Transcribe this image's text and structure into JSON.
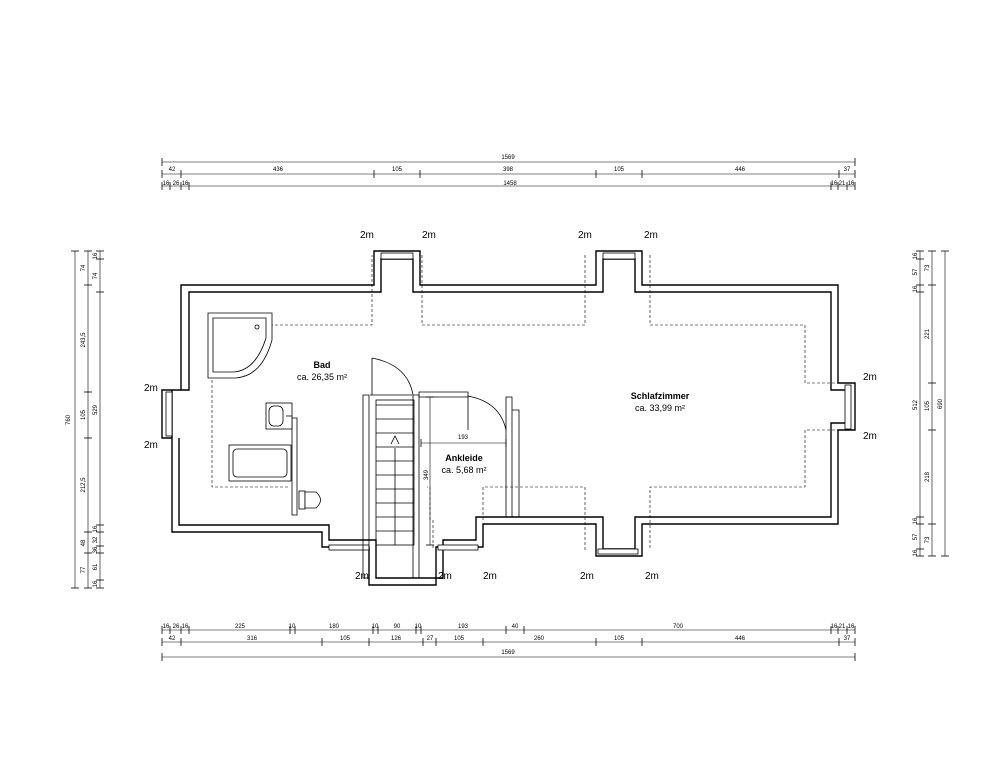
{
  "rooms": [
    {
      "name": "Bad",
      "area": "ca. 26,35 m²"
    },
    {
      "name": "Schlafzimmer",
      "area": "ca. 33,99 m²"
    },
    {
      "name": "Ankleide",
      "area": "ca. 5,68 m²"
    }
  ],
  "height_label": "2m",
  "top_dims": {
    "row1": [
      "1569"
    ],
    "row2": [
      "42",
      "436",
      "105",
      "398",
      "105",
      "446",
      "37"
    ],
    "row3": [
      "16",
      "26",
      "16",
      "1458",
      "16",
      "21",
      "16"
    ]
  },
  "bottom_dims": {
    "row1": [
      "16",
      "26",
      "16",
      "225",
      "10",
      "180",
      "10",
      "90",
      "10",
      "193",
      "40",
      "700",
      "16",
      "21",
      "16"
    ],
    "row2": [
      "42",
      "316",
      "105",
      "126",
      "27",
      "105",
      "260",
      "105",
      "446",
      "37"
    ],
    "row3": [
      "1569"
    ]
  },
  "left_dims": {
    "outer": [
      "760"
    ],
    "middle": [
      "243,5",
      "105",
      "212,5",
      "48",
      "77"
    ],
    "inner1": [
      "74",
      "529",
      "32",
      "61"
    ],
    "inner2": [
      "16",
      "74",
      "16",
      "36",
      "16"
    ]
  },
  "right_dims": {
    "inner": [
      "16",
      "57",
      "16",
      "16",
      "57",
      "16"
    ],
    "middle": [
      "73",
      "512",
      "73"
    ],
    "mid2": [
      "221",
      "105",
      "218"
    ],
    "outer": [
      "690"
    ]
  },
  "inner_dims": {
    "ankleide_width": "193",
    "ankleide_depth": "349"
  }
}
